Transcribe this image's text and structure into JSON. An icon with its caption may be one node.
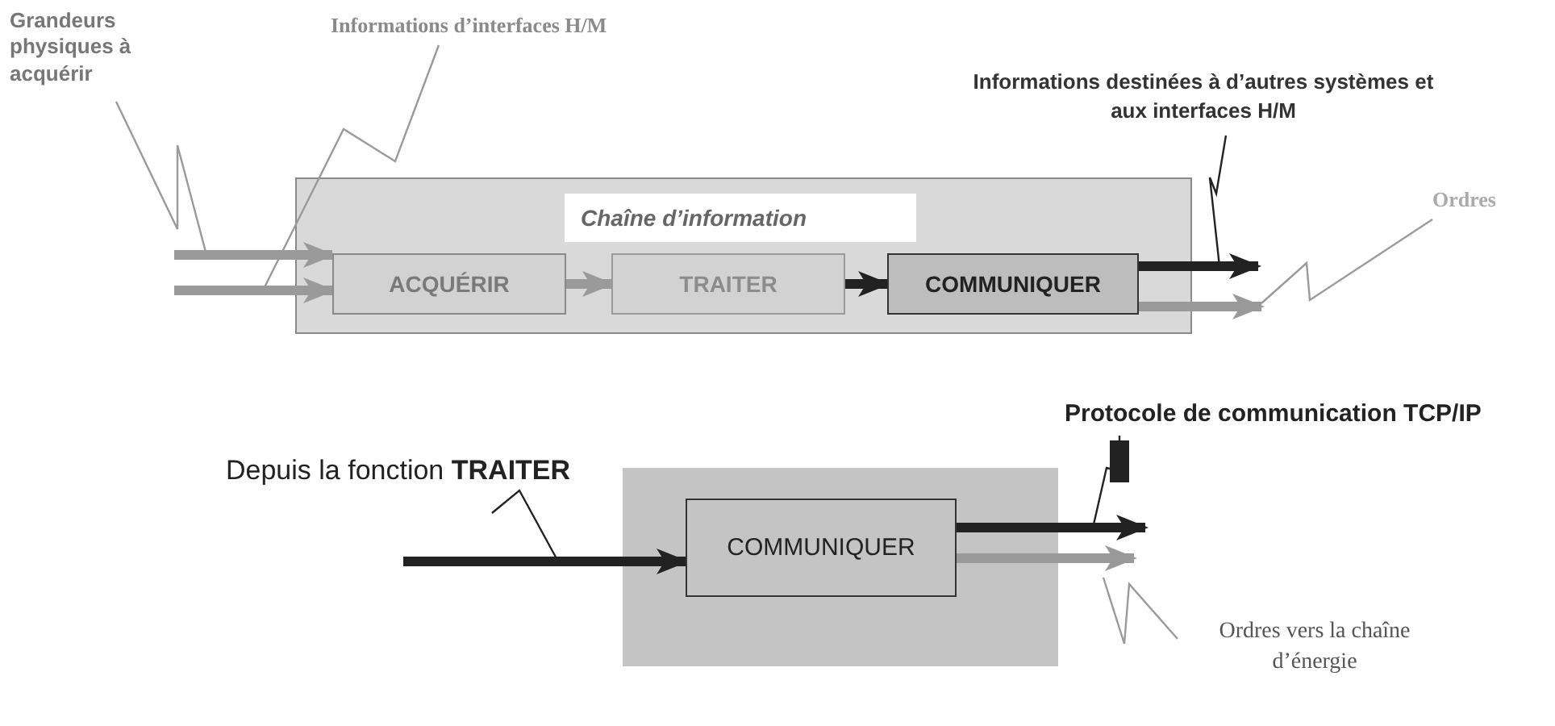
{
  "diagram": {
    "nodes": [
      {
        "text": [
          "Grandeurs physiques à acquérir"
        ]
      },
      {
        "text": [
          "Informations d’interfaces H/M"
        ]
      },
      {
        "text": [
          "Informations destinées à d’autres systèmes et aux interfaces H/M"
        ]
      },
      {
        "text": [
          "Ordres"
        ]
      },
      {
        "text": [
          "Chaîne d’information"
        ]
      },
      {
        "text": [
          "ACQUÉRIR"
        ],
        "in": 4
      },
      {
        "text": [
          "TRAITER"
        ],
        "in": 4
      },
      {
        "text": [
          "COMMUNIQUER"
        ],
        "in": 4
      },
      {
        "text": [
          "Depuis la fonction **TRAITER**"
        ]
      },
      {
        "text": [
          "Protocole de communication TCP/IP"
        ]
      },
      {
        "text": [],
        "shape": "box"
      },
      {
        "text": [
          "COMMUNIQUER"
        ],
        "in": 10
      },
      {
        "text": [
          "Ordres vers la chaîne d’énergie"
        ]
      }
    ],
    "edges": [
      {
        "from": null,
        "to": 5,
        "arrow": "to"
      },
      {
        "from": null,
        "to": 5,
        "arrow": "to"
      },
      {
        "from": 5,
        "to": 6,
        "arrow": "to"
      },
      {
        "from": 6,
        "to": 7,
        "arrow": "to",
        "color": "#222222"
      },
      {
        "from": 7,
        "to": null,
        "arrow": "to",
        "color": "#222222"
      },
      {
        "from": 7,
        "to": null,
        "arrow": "to"
      },
      {
        "from": 0,
        "to": null,
        "arrow": "none"
      },
      {
        "from": 1,
        "to": null,
        "arrow": "none"
      },
      {
        "from": 2,
        "to": null,
        "arrow": "none",
        "color": "#222222"
      },
      {
        "from": 3,
        "to": null,
        "arrow": "none"
      },
      {
        "from": null,
        "to": 11,
        "arrow": "to",
        "color": "#222222"
      },
      {
        "from": 11,
        "to": null,
        "arrow": "to",
        "color": "#222222"
      },
      {
        "from": 11,
        "to": null,
        "arrow": "to"
      },
      {
        "from": 8,
        "to": null,
        "arrow": "none",
        "color": "#222222"
      },
      {
        "from": 9,
        "to": null,
        "arrow": "none",
        "color": "#222222"
      },
      {
        "from": 12,
        "to": null,
        "arrow": "none"
      }
    ]
  }
}
